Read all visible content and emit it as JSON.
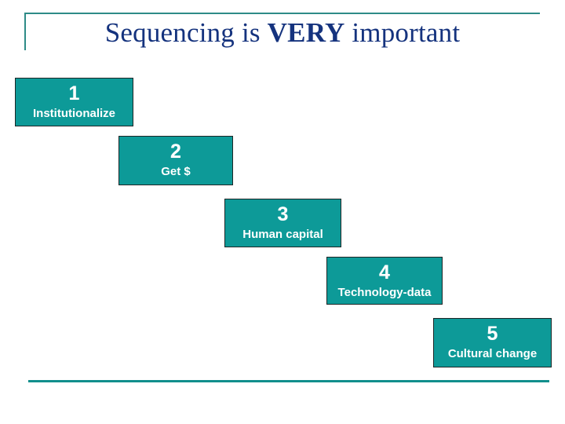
{
  "slide": {
    "title_prefix": "Sequencing is ",
    "title_emphasis": "VERY",
    "title_suffix": " important",
    "title_full": "Sequencing is VERY important",
    "background_color": "#FFFFFF",
    "title_color": "#15337E",
    "accent_color": "#0D9A98",
    "rule_color": "#2E8B87",
    "box_text_color": "#FFFFFF",
    "box_border_color": "#1D2626"
  },
  "steps": [
    {
      "number": "1",
      "label": "Institutionalize"
    },
    {
      "number": "2",
      "label": "Get $"
    },
    {
      "number": "3",
      "label": "Human capital"
    },
    {
      "number": "4",
      "label": "Technology-data"
    },
    {
      "number": "5",
      "label": "Cultural change"
    }
  ]
}
